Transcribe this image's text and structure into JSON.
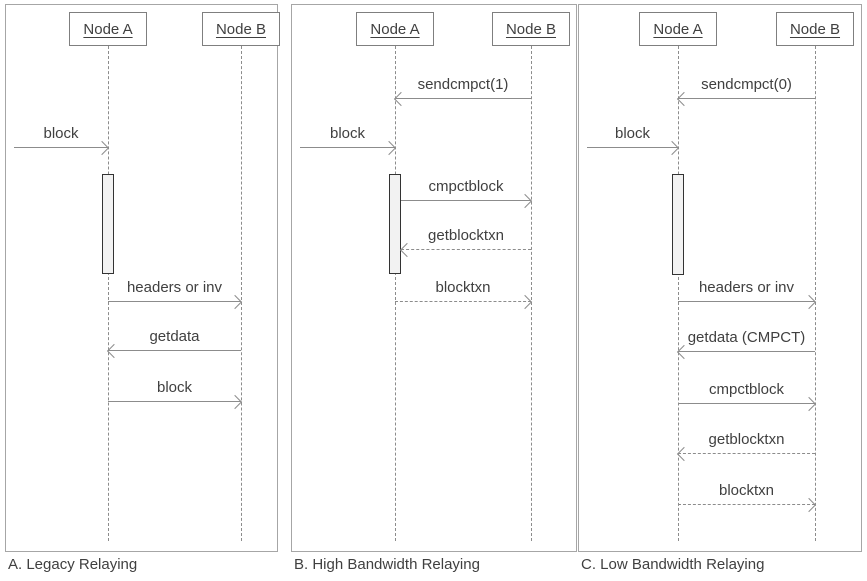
{
  "colors": {
    "background": "#ffffff",
    "panel_border": "#a6a6a6",
    "node_border": "#7f7f7f",
    "line": "#8c8c8c",
    "text": "#404040",
    "activation_fill": "#f2f2f2",
    "activation_border": "#333333"
  },
  "panels": [
    {
      "caption": "A. Legacy Relaying",
      "nodes": [
        {
          "label": "Node A"
        },
        {
          "label": "Node B"
        }
      ],
      "messages": [
        {
          "label": "block",
          "from": "external",
          "to": "A",
          "line": "solid"
        },
        {
          "label": "headers or inv",
          "from": "A",
          "to": "B",
          "line": "solid"
        },
        {
          "label": "getdata",
          "from": "B",
          "to": "A",
          "line": "solid"
        },
        {
          "label": "block",
          "from": "A",
          "to": "B",
          "line": "solid"
        }
      ]
    },
    {
      "caption": "B. High Bandwidth Relaying",
      "nodes": [
        {
          "label": "Node A"
        },
        {
          "label": "Node B"
        }
      ],
      "messages": [
        {
          "label": "sendcmpct(1)",
          "from": "B",
          "to": "A",
          "line": "solid"
        },
        {
          "label": "block",
          "from": "external",
          "to": "A",
          "line": "solid"
        },
        {
          "label": "cmpctblock",
          "from": "A",
          "to": "B",
          "line": "solid"
        },
        {
          "label": "getblocktxn",
          "from": "B",
          "to": "A",
          "line": "dashed"
        },
        {
          "label": "blocktxn",
          "from": "A",
          "to": "B",
          "line": "dashed"
        }
      ]
    },
    {
      "caption": "C. Low Bandwidth Relaying",
      "nodes": [
        {
          "label": "Node A"
        },
        {
          "label": "Node B"
        }
      ],
      "messages": [
        {
          "label": "sendcmpct(0)",
          "from": "B",
          "to": "A",
          "line": "solid"
        },
        {
          "label": "block",
          "from": "external",
          "to": "A",
          "line": "solid"
        },
        {
          "label": "headers or inv",
          "from": "A",
          "to": "B",
          "line": "solid"
        },
        {
          "label": "getdata (CMPCT)",
          "from": "B",
          "to": "A",
          "line": "solid"
        },
        {
          "label": "cmpctblock",
          "from": "A",
          "to": "B",
          "line": "solid"
        },
        {
          "label": "getblocktxn",
          "from": "B",
          "to": "A",
          "line": "dashed"
        },
        {
          "label": "blocktxn",
          "from": "A",
          "to": "B",
          "line": "dashed"
        }
      ]
    }
  ]
}
